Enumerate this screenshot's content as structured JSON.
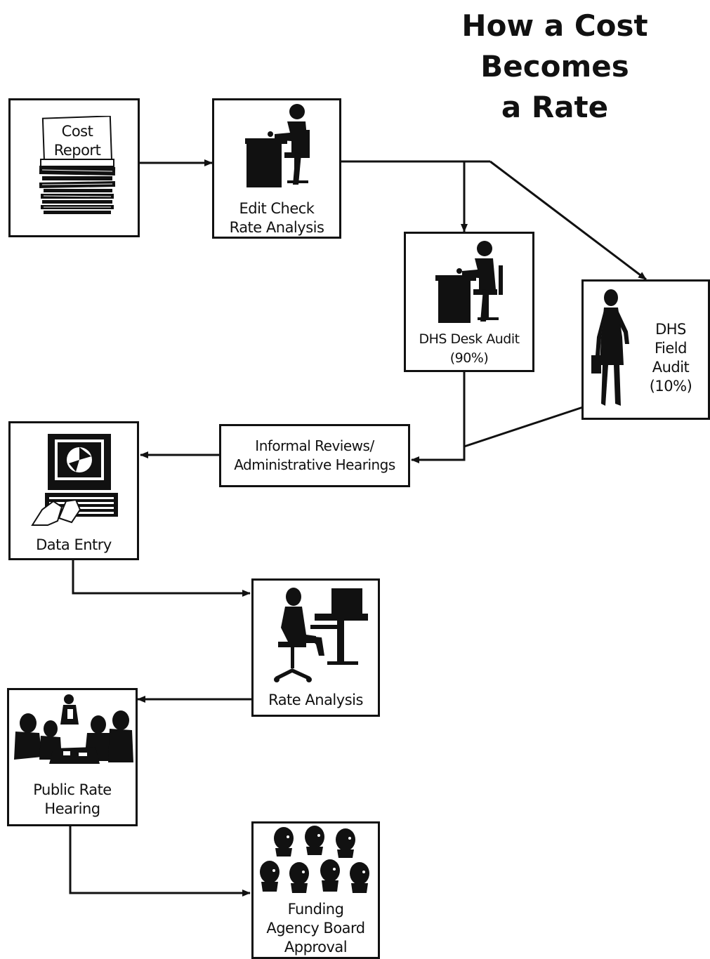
{
  "title": [
    "How a Cost",
    "Becomes",
    "a Rate"
  ],
  "nodes": {
    "cost_report": [
      "Cost",
      "Report"
    ],
    "edit_check": [
      "Edit Check",
      "Rate Analysis"
    ],
    "desk_audit": [
      "DHS Desk Audit",
      "(90%)"
    ],
    "field_audit": [
      "DHS",
      "Field",
      "Audit",
      "(10%)"
    ],
    "informal_reviews": [
      "Informal Reviews/",
      "Administrative Hearings"
    ],
    "data_entry": [
      "Data Entry"
    ],
    "rate_analysis": [
      "Rate Analysis"
    ],
    "public_hearing": [
      "Public Rate",
      "Hearing"
    ],
    "funding_board": [
      "Funding",
      "Agency Board",
      "Approval"
    ]
  },
  "icons": {
    "cost_report": "paper-stack-icon",
    "edit_check": "desk-worker-icon",
    "desk_audit": "desk-worker-icon",
    "field_audit": "standing-woman-icon",
    "data_entry": "computer-keyboard-icon",
    "rate_analysis": "computer-workstation-icon",
    "public_hearing": "meeting-crowd-icon",
    "funding_board": "board-members-icon"
  }
}
